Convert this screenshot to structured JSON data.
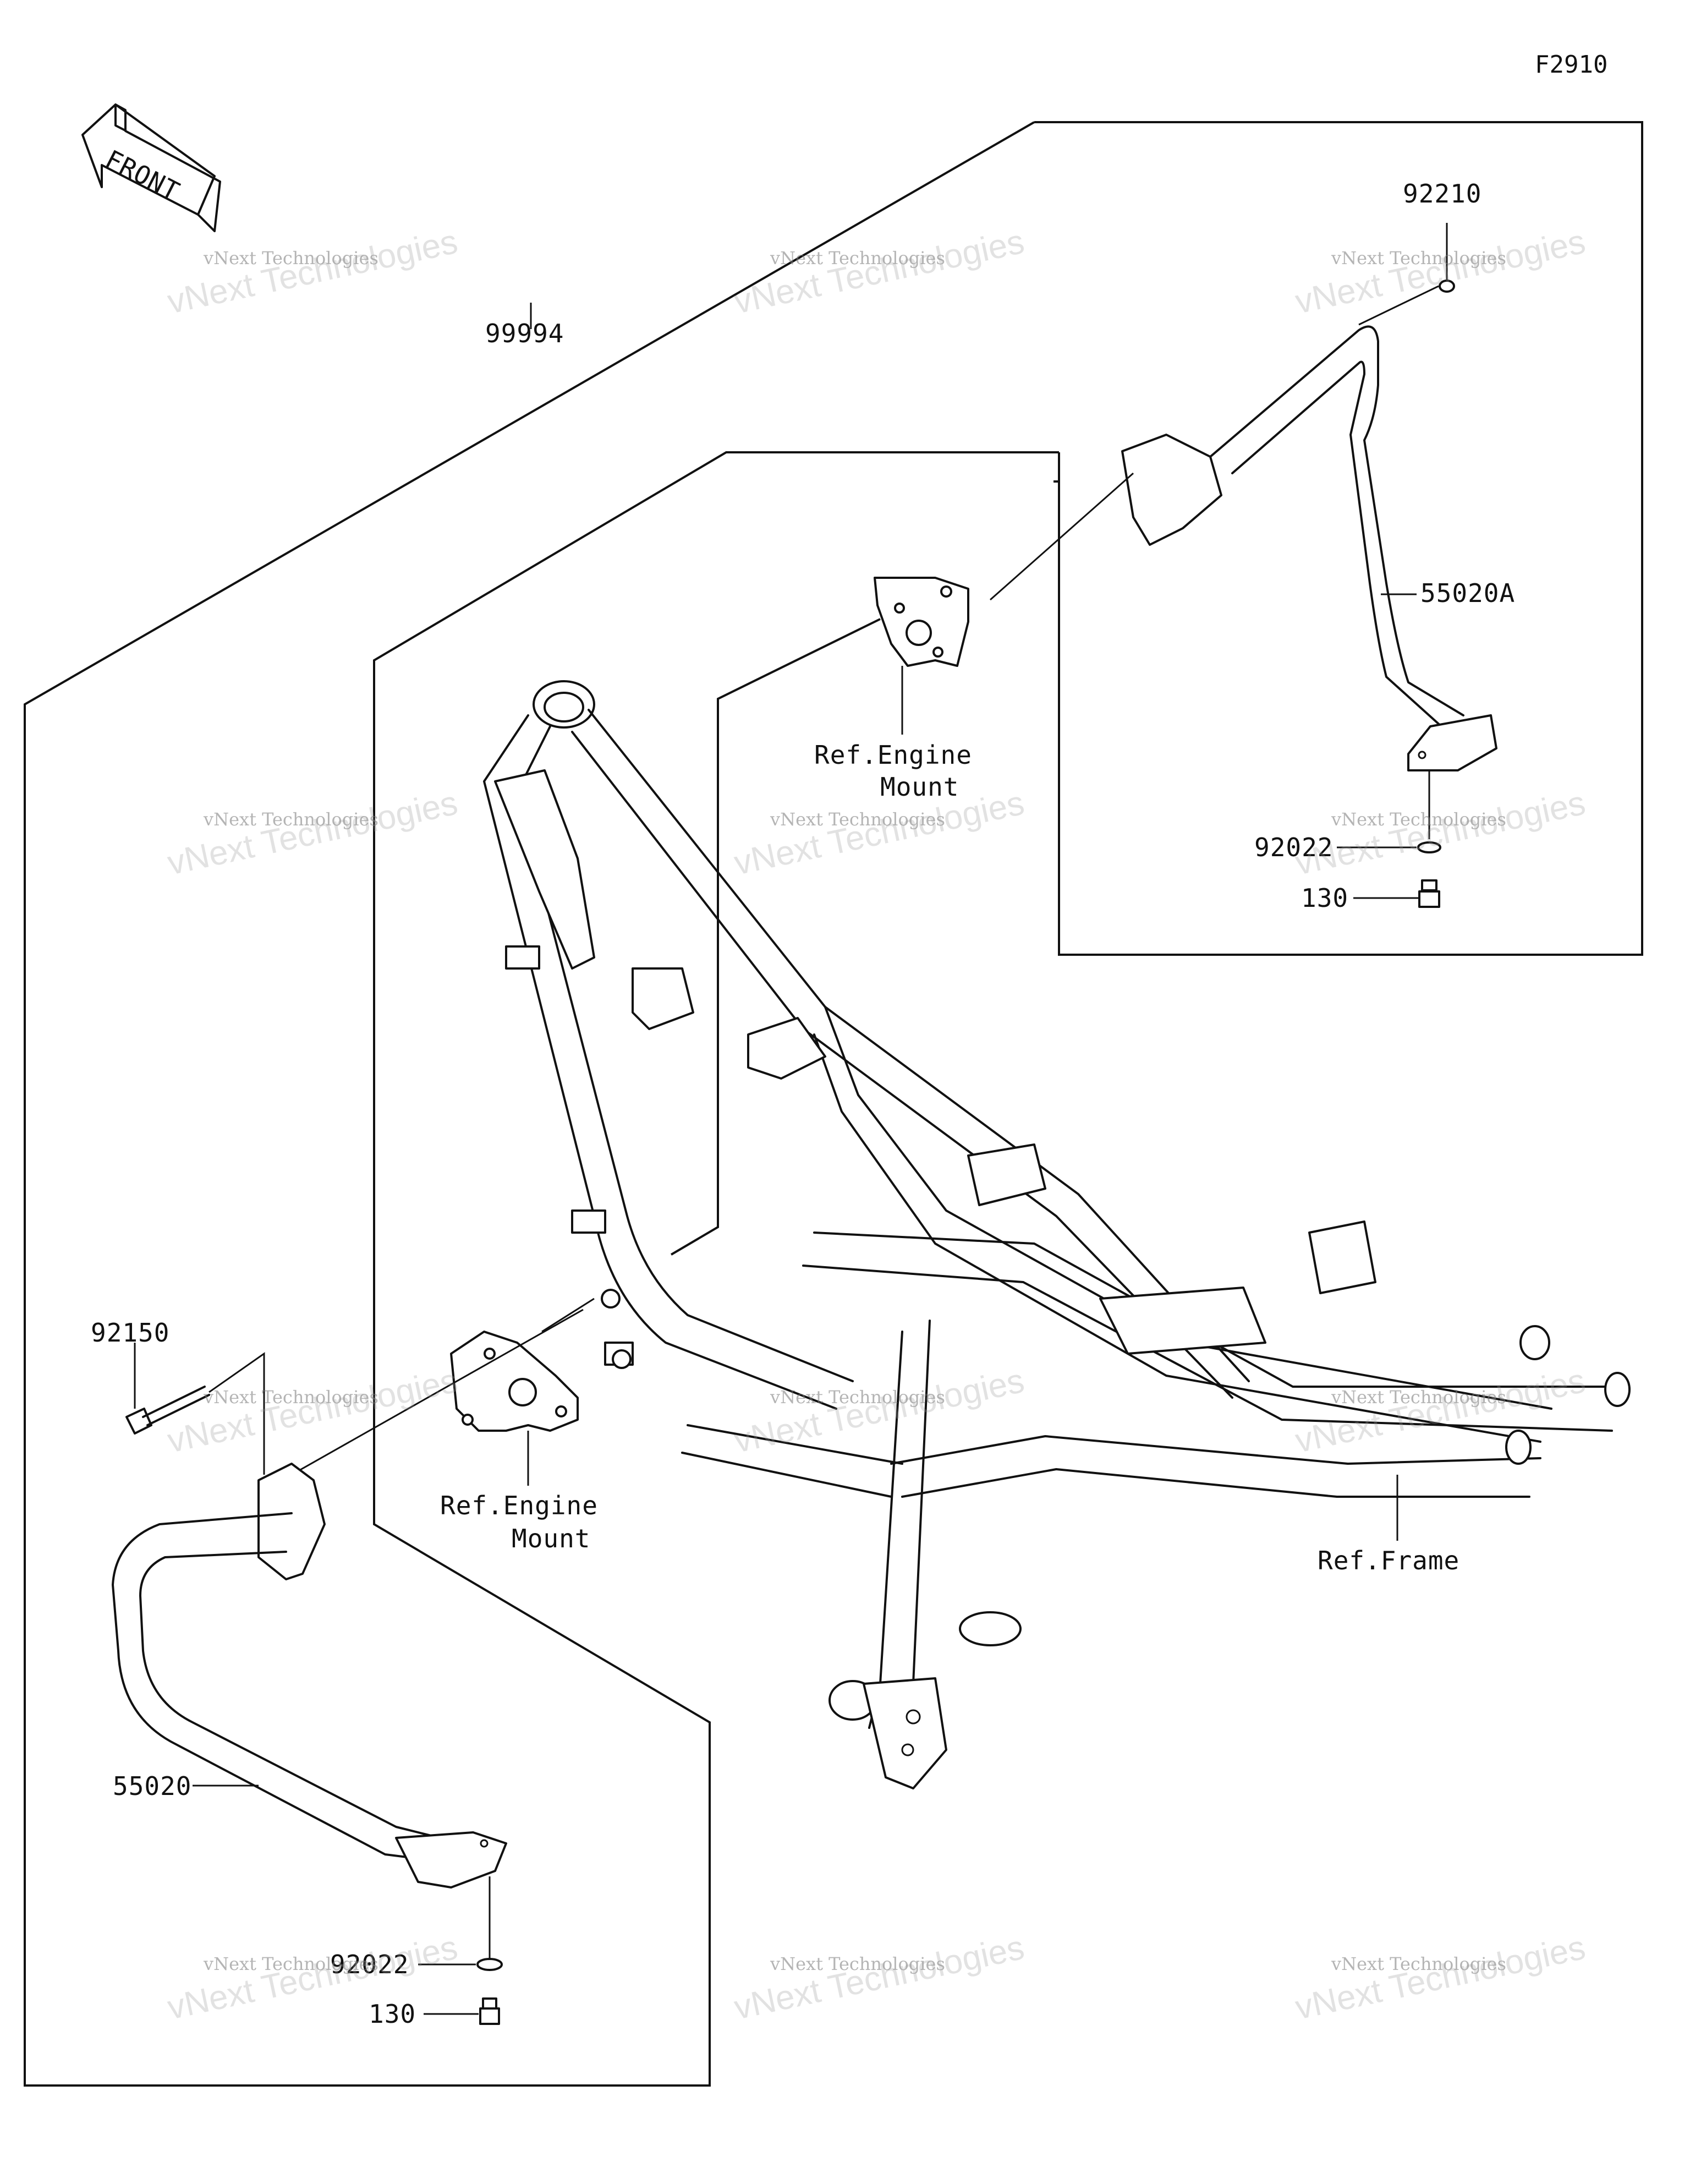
{
  "figure_id": "F2910",
  "direction_arrow": {
    "label": "FRONT",
    "icon": "front-arrow-icon"
  },
  "watermark": {
    "line1": "vNext Technologies",
    "line2": "vNext Technologies"
  },
  "callouts": {
    "kit": "99994",
    "bolt_top": "92210",
    "guard_right": "55020A",
    "washer_right": "92022",
    "bolt_right": "130",
    "ref_engine_mount_upper_1": "Ref.Engine",
    "ref_engine_mount_upper_2": "Mount",
    "bolt_left": "92150",
    "ref_engine_mount_lower_1": "Ref.Engine",
    "ref_engine_mount_lower_2": "Mount",
    "ref_frame": "Ref.Frame",
    "guard_left": "55020",
    "washer_left": "92022",
    "bolt_bottom": "130"
  }
}
